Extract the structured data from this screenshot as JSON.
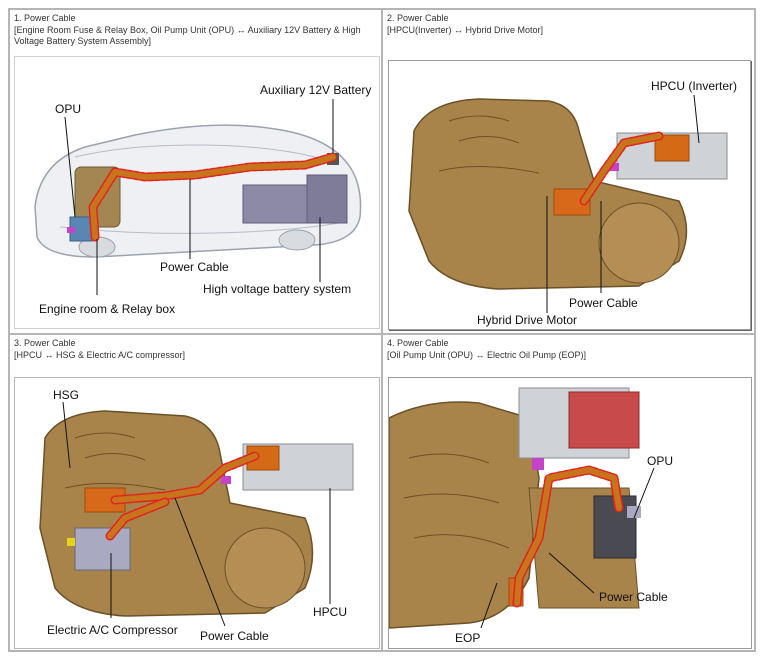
{
  "panels": [
    {
      "number": "1. Power Cable",
      "description": "[Engine Room Fuse & Relay Box, Oil Pump Unit (OPU) ↔ Auxiliary 12V Battery & High Voltage Battery System Assembly]",
      "labels": {
        "opu": "OPU",
        "aux_battery": "Auxiliary 12V Battery",
        "power_cable": "Power Cable",
        "hv_battery": "High voltage battery system",
        "engine_room": "Engine room & Relay box"
      }
    },
    {
      "number": "2. Power Cable",
      "description": "[HPCU(Inverter) ↔ Hybrid Drive Motor]",
      "labels": {
        "hpcu": "HPCU (Inverter)",
        "power_cable": "Power Cable",
        "motor": "Hybrid Drive Motor"
      }
    },
    {
      "number": "3. Power Cable",
      "description": "[HPCU ↔ HSG & Electric A/C compressor]",
      "labels": {
        "hsg": "HSG",
        "compressor": "Electric A/C Compressor",
        "power_cable": "Power Cable",
        "hpcu": "HPCU"
      }
    },
    {
      "number": "4. Power Cable",
      "description": "[Oil Pump Unit (OPU) ↔ Electric Oil Pump (EOP)]",
      "labels": {
        "opu": "OPU",
        "power_cable": "Power Cable",
        "eop": "EOP"
      }
    }
  ]
}
